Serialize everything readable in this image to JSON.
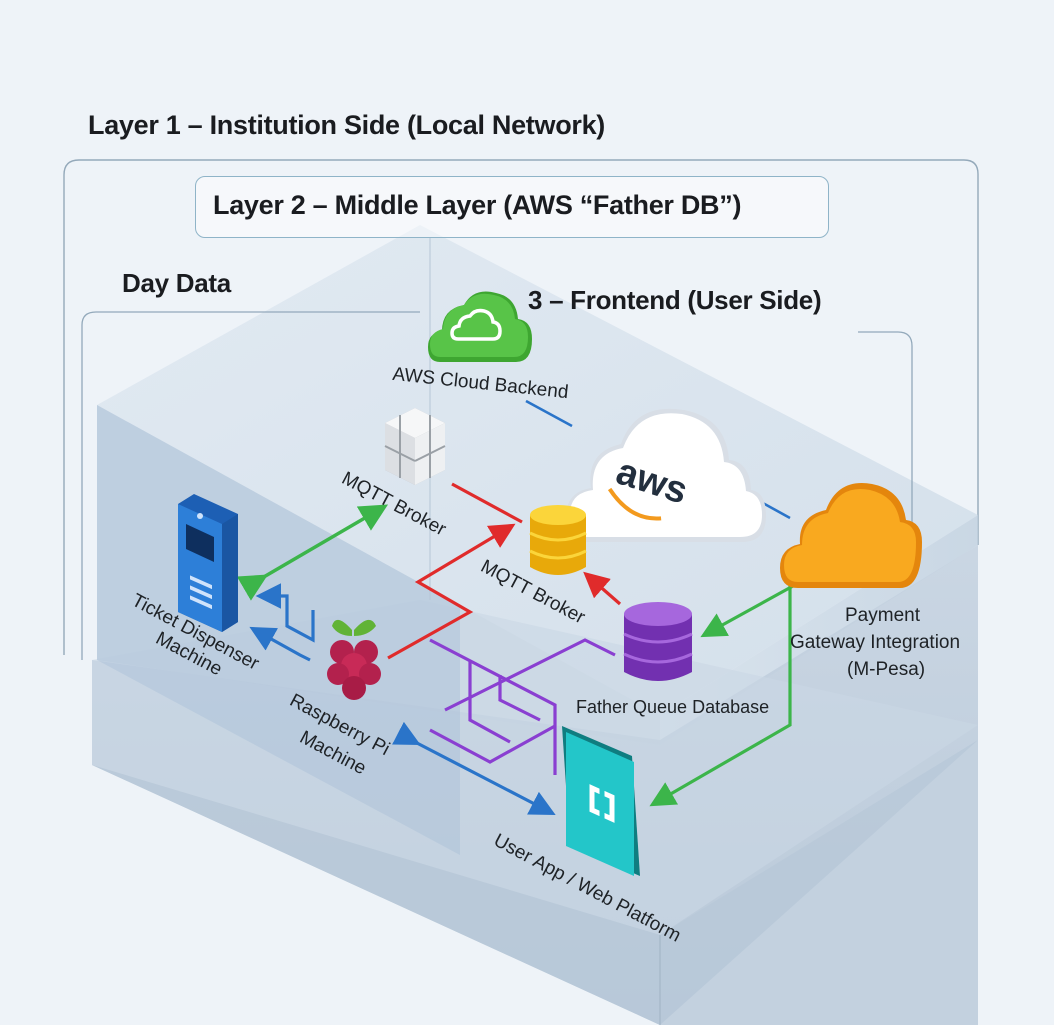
{
  "layers": {
    "layer1_title": "Layer 1 – Institution Side (Local Network)",
    "layer2_title": "Layer 2 – Middle Layer (AWS “Father DB”)",
    "day_data_label": "Day Data",
    "layer3_title": "3 – Frontend (User Side)"
  },
  "nodes": {
    "aws_cloud_backend": "AWS Cloud Backend",
    "aws_logo_text": "aws",
    "mqtt_broker_top": "MQTT Broker",
    "mqtt_broker_mid": "MQTT Broker",
    "ticket_dispenser_line1": "Ticket Dispenser",
    "ticket_dispenser_line2": "Machine",
    "raspberry_pi_line1": "Raspberry Pi",
    "raspberry_pi_line2": "Machine",
    "father_queue_db": "Father Queue Database",
    "payment_line1": "Payment",
    "payment_line2": "Gateway Integration",
    "payment_line3": "(M-Pesa)",
    "user_app": "User App / Web Platform"
  },
  "colors": {
    "green_arrow": "#3cb54a",
    "red_arrow": "#e02b2b",
    "blue_arrow": "#2a74c9",
    "purple_arrow": "#8a3fd1",
    "aws_orange": "#f39a1e",
    "payment_orange": "#f7a21b",
    "db_yellow": "#f6c514",
    "db_purple": "#8c48c9",
    "phone_teal": "#21c3c6",
    "dispenser_blue": "#2d7fd8",
    "green_cloud": "#4cba3c"
  },
  "icons": [
    "cloud-icon",
    "aws-cloud-icon",
    "server-rack-icon",
    "database-icon",
    "ticket-dispenser-icon",
    "raspberry-pi-icon",
    "payment-cloud-icon",
    "mobile-app-icon"
  ]
}
